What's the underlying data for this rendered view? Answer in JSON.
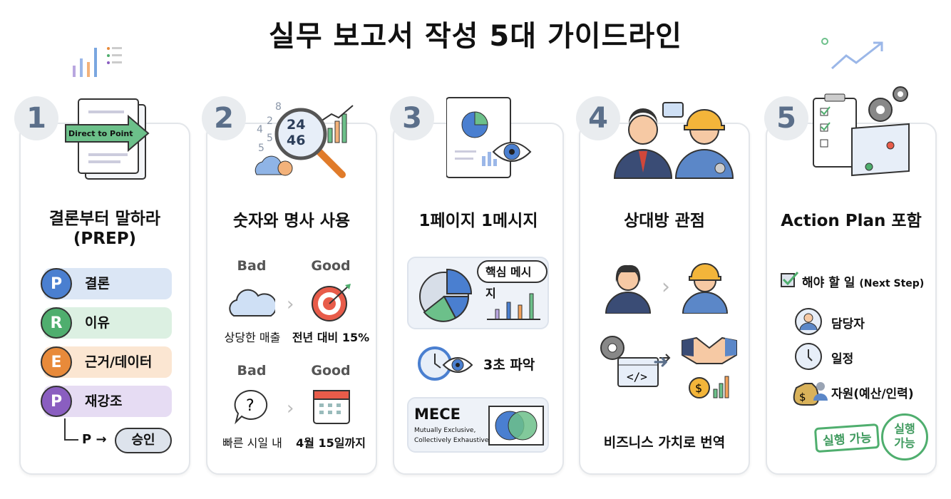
{
  "title": "실무 보고서 작성 5대 가이드라인",
  "cards": [
    {
      "number": "1",
      "heading_line1": "결론부터 말하라",
      "heading_line2": "(PREP)",
      "illustration_label": "Direct to Point",
      "prep": [
        {
          "letter": "P",
          "label": "결론",
          "color": "#4a7fd0",
          "bg": "#dbe6f5"
        },
        {
          "letter": "R",
          "label": "이유",
          "color": "#4fae6e",
          "bg": "#dcf0e2"
        },
        {
          "letter": "E",
          "label": "근거/데이터",
          "color": "#e88a3a",
          "bg": "#fbe6d2"
        },
        {
          "letter": "P",
          "label": "재강조",
          "color": "#8a5ec0",
          "bg": "#e6dcf3"
        }
      ],
      "flow_from": "P",
      "flow_to": "승인"
    },
    {
      "number": "2",
      "heading": "숫자와 명사 사용",
      "magnifier_top": "24",
      "magnifier_bottom": "46",
      "float_digits": [
        "8",
        "2",
        "4",
        "5",
        "5"
      ],
      "pairs": [
        {
          "bad": "Bad",
          "good": "Good",
          "bad_label": "상당한 매출",
          "good_label": "전년 대비 15%"
        },
        {
          "bad": "Bad",
          "good": "Good",
          "bad_label": "빠른 시일 내",
          "good_label": "4월 15일까지"
        }
      ]
    },
    {
      "number": "3",
      "heading": "1페이지 1메시지",
      "bubble": "핵심 메시지",
      "scan": "3초 파악",
      "mece_title": "MECE",
      "mece_line1": "Mutually Exclusive,",
      "mece_line2": "Collectively Exhaustive"
    },
    {
      "number": "4",
      "heading": "상대방 관점",
      "footer": "비즈니스 가치로 번역"
    },
    {
      "number": "5",
      "heading": "Action Plan 포함",
      "next_step": "해야 할 일",
      "next_step_en": "(Next Step)",
      "items": [
        "담당자",
        "일정",
        "자원(예산/인력)"
      ],
      "stamp_rect": "실행 가능",
      "stamp_circle_1": "실행",
      "stamp_circle_2": "가능"
    }
  ]
}
